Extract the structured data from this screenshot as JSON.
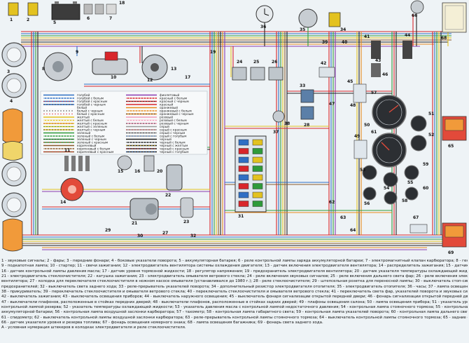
{
  "wire_colors": {
    "left": [
      "голубой",
      "голубой с белым",
      "голубой с красным",
      "голубой с черным",
      "белый",
      "белый с черным",
      "белый с красным",
      "желтый",
      "желтый с белым",
      "желтый с красным",
      "желтый с зеленым",
      "желтый с черным",
      "зеленый",
      "зеленый с белым",
      "зеленый с черным",
      "зеленый с красным",
      "коричневый",
      "коричневый с белым",
      "коричневый с красным"
    ],
    "right": [
      "фиолетовый",
      "красный с белым",
      "красный с черным",
      "красный",
      "оранжевый",
      "оранжевый с белым",
      "оранжевый с черным",
      "розовый",
      "розовый с белым",
      "розовый с черным",
      "серый",
      "серый с красным",
      "серый с черным",
      "серый с голубым",
      "черный",
      "черный с белым",
      "черный с желтым",
      "черный с красным",
      "черный с голубым"
    ]
  },
  "component_numbers": [
    "1",
    "2",
    "3",
    "4",
    "5",
    "6",
    "7",
    "8",
    "9",
    "10",
    "11",
    "12",
    "13",
    "14",
    "15",
    "16",
    "17",
    "18",
    "19",
    "20",
    "21",
    "22",
    "23",
    "24",
    "25",
    "26",
    "27",
    "28",
    "29",
    "30",
    "31",
    "32",
    "33",
    "34",
    "35",
    "36",
    "37",
    "38",
    "39",
    "40",
    "41",
    "42",
    "43",
    "44",
    "45",
    "46",
    "47",
    "48",
    "49",
    "50",
    "51",
    "52",
    "53",
    "54",
    "55",
    "56",
    "57",
    "58",
    "59",
    "60",
    "61",
    "62",
    "63",
    "64",
    "65",
    "66",
    "67",
    "68",
    "69"
  ],
  "colors": {
    "background": "#eef3f6",
    "wire_red": "#d8262b",
    "wire_blue": "#2f6fc4",
    "wire_green": "#2f9a3a",
    "wire_yellow": "#e3c220",
    "wire_brown": "#8a5a2b",
    "wire_orange": "#e88a1c",
    "wire_black": "#222222",
    "wire_violet": "#8a3bb0",
    "lamp_orange": "#f19a3a",
    "lamp_red": "#e24a3a"
  },
  "legend": [
    "1 - звуковые сигналы; 2 - фары; 3 - передние фонари; 4 - боковые указатели поворота; 5 - аккумуляторная батарея; 6 - реле контрольной лампы заряда аккумуляторной батареи; 7 - электромагнитный клапан карбюратора; 8 - генератор;",
    "9 - подкапотная лампа; 10 - стартер; 11 - свечи зажигания; 12 - электродвигатель вентилятора системы охлаждения двигателя; 13 - датчик включения электродвигателя вентилятора; 14 - распределитель зажигания; 15 - датчик указателя давления масла;",
    "16 - датчик контрольной лампы давления масла; 17 - датчик уровня тормозной жидкости; 18 - регулятор напряжения; 19 - предохранитель электродвигателя вентилятора; 20 - датчик указателя температуры охлаждающей жидкости;",
    "21 - электродвигатель стеклоочистителя; 22 - катушка зажигания; 23 - электродвигатель омывателя ветрового стекла; 24 - реле включения звуковых сигналов; 25 - реле включения дальнего света фар; 26 - реле включения электродвигателя",
    "вентилятора; 27 - колодка для переключателя стеклоочистителя в ножном насосе омывателя (устанавливался до 1980 г.); 28 - реле стеклоочистителя; 29 - штепсельная розетка для переносной лампы; 30 - выключатель стоп-сигнала; 31 - блок",
    "предохранителей; 32 - выключатель света заднего хода; 33 - реле-прерыватель указателей поворота; 34 - дополнительный резистор электродвигателя отопителя; 35 - электродвигатель отопителя; 36 - часы; 37 - лампа освещения вещевого ящика;",
    "38 - прикуриватель; 39 - переключатель стеклоочистителя и омывателя ветрового стекла; 40 - переключатель стеклоочистителя и омывателя ветрового стекла; 41 - переключатель света фар, указателей поворота и звуковых сигналов;",
    "42 - выключатель зажигания; 43 - выключатель освещения приборов; 44 - выключатель наружного освещения; 45 - выключатель фонаря сигнализации открытой передней двери; 46 - фонарь сигнализации открытой передней двери;",
    "47 - выключатели плафонов, расположенные в стойках передних дверей; 48 - выключатели плафонов, расположенные в стойках задних дверей; 49 - плафоны освещения салона; 50 - лампа освещения прибора; 51 - указатель уровня топлива с",
    "контрольной лампой резерва; 52 - указатель температуры охлаждающей жидкости; 53 - указатель давления масла с контрольной лампой недостаточного давления; 54 - контрольная лампа стояночного тормоза; 55 - контрольная лампа",
    "аккумуляторной батареи; 56 - контрольная лампа воздушной заслонки карбюратора; 57 - тахометр; 58 - контрольная лампа габаритного света; 59 - контрольная лампа указателей поворота; 60 - контрольная лампа дальнего света фар;",
    "61 - спидометр; 62 - выключатель контрольной лампы воздушной заслонки карбюратора; 63 - реле-прерыватель контрольной лампы стояночного тормоза; 64 - выключатель контрольной лампы стояночного тормоза; 65 - задние фонари;",
    "66 - датчик указателя уровня и резерва топлива; 67 - фонарь освещения номерного знака; 68 - лампа освещения багажника; 69 - фонарь света заднего хода.",
    "А - условная нумерация штекеров в колодках электродвигателя и реле стеклоочистителя."
  ]
}
